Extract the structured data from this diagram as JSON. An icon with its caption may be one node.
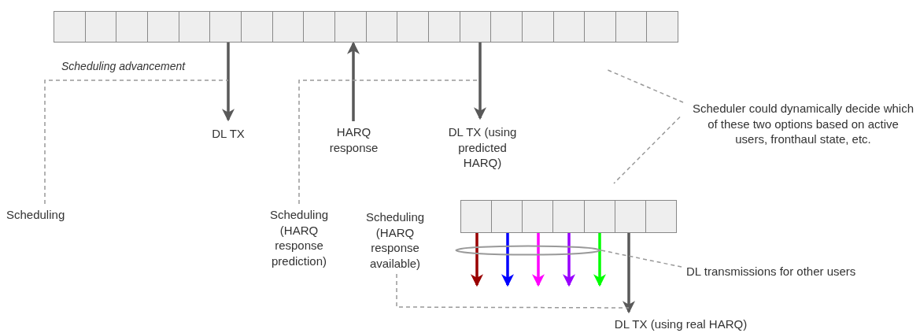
{
  "diagram": {
    "nodes": [
      {
        "text": [],
        "shape": "bar"
      },
      {
        "text": [],
        "shape": "bar"
      },
      {
        "text": [
          "DL TX"
        ]
      },
      {
        "text": [
          "HARQ response"
        ]
      },
      {
        "text": [
          "DL TX (using predicted HARQ)"
        ]
      },
      {
        "text": [
          "Scheduling"
        ]
      },
      {
        "text": [
          "Scheduling (HARQ response prediction)"
        ]
      },
      {
        "text": [
          "Scheduling (HARQ response available)"
        ]
      },
      {
        "text": [
          "DL TX (using real HARQ)"
        ]
      },
      {
        "text": [
          "Scheduler could dynamically decide which of these two options based on active users, fronthaul state, etc."
        ]
      },
      {
        "text": [
          "DL transmissions for other users"
        ]
      },
      {
        "text": [],
        "shape": "ellipse"
      }
    ],
    "edges": [
      {
        "from": 0,
        "to": 2,
        "arrow": "to"
      },
      {
        "from": 3,
        "to": 0,
        "arrow": "to"
      },
      {
        "from": 0,
        "to": 4,
        "arrow": "to"
      },
      {
        "from": 1,
        "to": 8,
        "arrow": "to"
      },
      {
        "from": 5,
        "to": null,
        "arrow": "none",
        "style": "dashed",
        "label": "Scheduling advancement"
      },
      {
        "from": 6,
        "to": null,
        "arrow": "none",
        "style": "dashed"
      },
      {
        "from": 7,
        "to": 8,
        "arrow": "none",
        "style": "dashed"
      },
      {
        "from": 9,
        "to": null,
        "arrow": "none",
        "style": "dashed"
      },
      {
        "from": 9,
        "to": null,
        "arrow": "none",
        "style": "dashed"
      },
      {
        "from": 10,
        "to": 11,
        "arrow": "none",
        "style": "dashed"
      },
      {
        "from": 1,
        "to": null,
        "arrow": "to",
        "color": "#990000"
      },
      {
        "from": 1,
        "to": null,
        "arrow": "to",
        "color": "#0000ff"
      },
      {
        "from": 1,
        "to": null,
        "arrow": "to",
        "color": "#ff00ff"
      },
      {
        "from": 1,
        "to": null,
        "arrow": "to",
        "color": "#9900ff"
      },
      {
        "from": 1,
        "to": null,
        "arrow": "to",
        "color": "#00ff00"
      }
    ]
  }
}
